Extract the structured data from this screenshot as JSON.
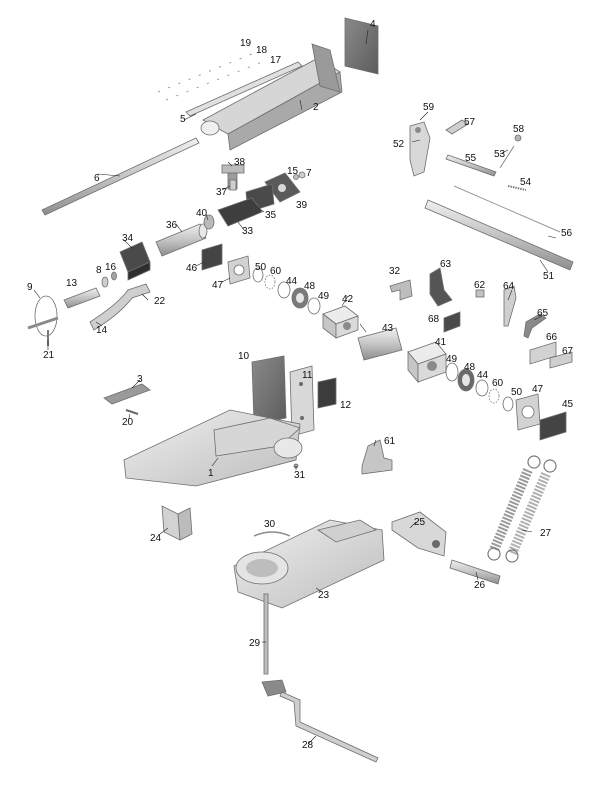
{
  "diagram": {
    "colors": {
      "part_light": "#e4e4e4",
      "part_mid": "#c8c8c8",
      "part_dark": "#8a8a8a",
      "plate": "#6f6f6f",
      "outline": "#6e6e6e",
      "label": "#111111"
    },
    "part_labels": [
      "1",
      "2",
      "3",
      "4",
      "5",
      "6",
      "7",
      "8",
      "9",
      "10",
      "11",
      "12",
      "13",
      "14",
      "15",
      "16",
      "17",
      "18",
      "19",
      "20",
      "21",
      "22",
      "23",
      "24",
      "25",
      "26",
      "27",
      "28",
      "29",
      "30",
      "31",
      "32",
      "33",
      "34",
      "35",
      "36",
      "37",
      "38",
      "39",
      "40",
      "41",
      "42",
      "43",
      "44",
      "45",
      "46",
      "47",
      "48",
      "49",
      "50",
      "51",
      "52",
      "53",
      "54",
      "55",
      "56",
      "57",
      "58",
      "59",
      "60",
      "61",
      "62",
      "63",
      "64",
      "65",
      "66",
      "67",
      "68"
    ]
  }
}
